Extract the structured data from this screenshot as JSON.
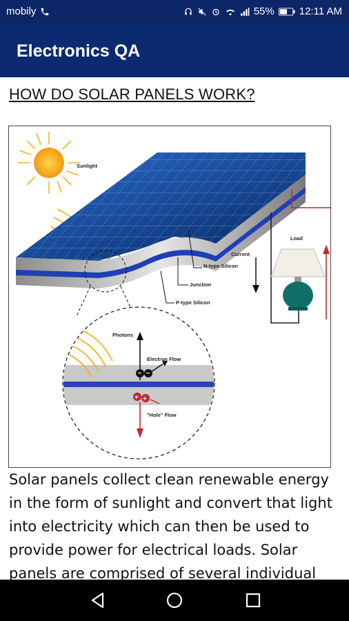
{
  "status_bar": {
    "carrier": "mobily",
    "battery": "55%",
    "time": "12:11 AM"
  },
  "app_bar": {
    "title": "Electronics QA"
  },
  "article": {
    "heading": "HOW DO SOLAR PANELS WORK?",
    "figure_labels": {
      "sunlight": "Sunlight",
      "load": "Load",
      "current": "Current",
      "n_type": "N-type Silicon",
      "junction": "Junction",
      "p_type": "P-type Silicon",
      "photons": "Photons",
      "electron_flow": "Electron Flow",
      "hole_flow": "\"Hole\" Flow"
    },
    "paragraph": "Solar panels collect clean renewable energy in the form of sunlight and convert that light into electricity which can then be used to provide power for electrical loads. Solar panels are comprised of several individual"
  },
  "nav_bar": {
    "icons": [
      "back-triangle-icon",
      "home-circle-icon",
      "recents-square-icon"
    ]
  },
  "colors": {
    "app_bar": "#0c2a6f",
    "status_bar": "#0c2668",
    "nav_bar": "#000000"
  }
}
